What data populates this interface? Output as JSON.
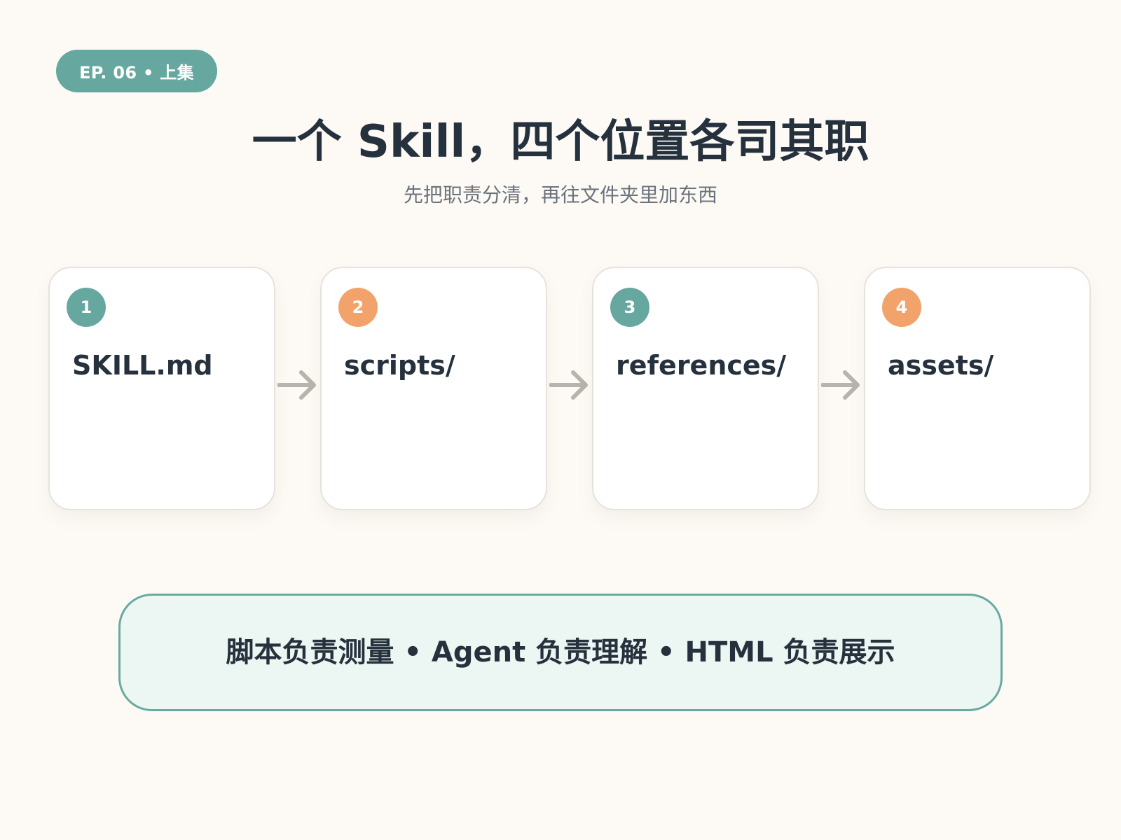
{
  "badge": {
    "label": "EP. 06 • 上集",
    "color": "#66a89f"
  },
  "title": "一个 Skill，四个位置各司其职",
  "subtitle": "先把职责分清，再往文件夹里加东西",
  "cards": [
    {
      "number": "1",
      "label": "SKILL.md",
      "accent": "#66a89f"
    },
    {
      "number": "2",
      "label": "scripts/",
      "accent": "#f2a36b"
    },
    {
      "number": "3",
      "label": "references/",
      "accent": "#66a89f"
    },
    {
      "number": "4",
      "label": "assets/",
      "accent": "#f2a36b"
    }
  ],
  "arrows": {
    "icon": "arrow-right-icon",
    "color": "#b7b3ad"
  },
  "callout": {
    "text": "脚本负责测量 • Agent 负责理解 • HTML 负责展示",
    "border_color": "#6aa9a0",
    "background": "#ecf6f2"
  }
}
